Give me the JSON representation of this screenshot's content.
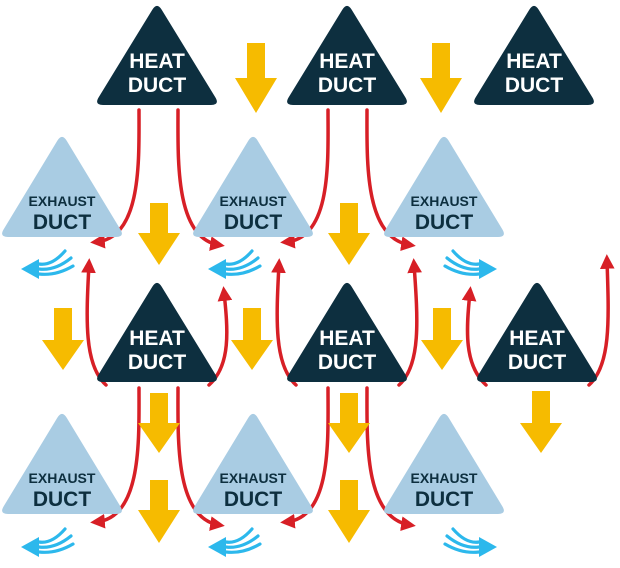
{
  "colors": {
    "heat_duct_fill": "#0d2f3f",
    "exhaust_duct_fill": "#a9cce3",
    "heat_duct_text": "#ffffff",
    "exhaust_duct_text": "#0d2f3f",
    "air_flow_arrow": "#d71f26",
    "down_arrow": "#f6bb00",
    "exhaust_arrow": "#2cb8ec"
  },
  "heat_duct": {
    "line1": "HEAT",
    "line2": "DUCT"
  },
  "exhaust_duct": {
    "line1": "EXHAUST",
    "line2": "DUCT"
  }
}
